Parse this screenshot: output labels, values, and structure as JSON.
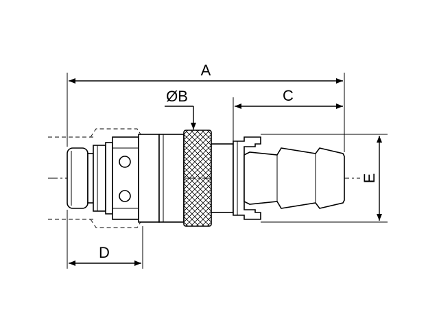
{
  "dimensions": {
    "A": "A",
    "B": "ØB",
    "C": "C",
    "D": "D",
    "E": "E"
  }
}
